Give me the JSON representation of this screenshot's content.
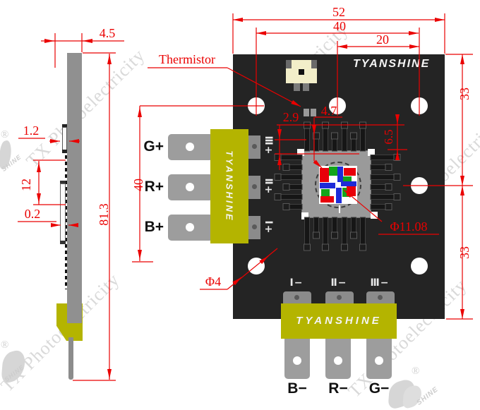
{
  "brand": {
    "board_logo": "TYANSHINE",
    "left_connector_logo": "TYANSHINE",
    "bottom_connector_logo": "TYANSHINE"
  },
  "callouts": {
    "thermistor": "Thermistor",
    "lens_diameter": "Φ11.08",
    "mount_hole_diameter": "Φ4"
  },
  "dims": {
    "side_top_width": "4.5",
    "side_component": "1.2",
    "side_pad_span": "12",
    "side_pad_gap": "0.2",
    "side_height": "81.3",
    "front_hole_col": "40",
    "front_width": "52",
    "front_hole_span": "40",
    "front_hole_half": "20",
    "front_top_third": "33",
    "front_bottom_third": "33",
    "therm_dx": "2.9",
    "therm_dy": "4.7",
    "chip_dy": "6.5"
  },
  "terminals": {
    "left": [
      {
        "label": "G+",
        "marking": "Ⅲ+"
      },
      {
        "label": "R+",
        "marking": "Ⅱ+"
      },
      {
        "label": "B+",
        "marking": "Ⅰ+"
      }
    ],
    "bottom": [
      {
        "label": "B−",
        "marking": "Ⅰ−"
      },
      {
        "label": "R−",
        "marking": "Ⅱ−"
      },
      {
        "label": "G−",
        "marking": "Ⅲ−"
      }
    ]
  },
  "watermark": {
    "text": "TX Photoelectricity",
    "registered": "®",
    "logo_fragment": "SHINE"
  },
  "colors": {
    "dimension_red": "#ea0000",
    "board_black": "#242424",
    "connector_yellow": "#b4b400",
    "terminal_gray": "#9d9d9d",
    "led_red": "#e8000a",
    "led_green": "#12a51a",
    "led_blue": "#1e2bd8"
  }
}
